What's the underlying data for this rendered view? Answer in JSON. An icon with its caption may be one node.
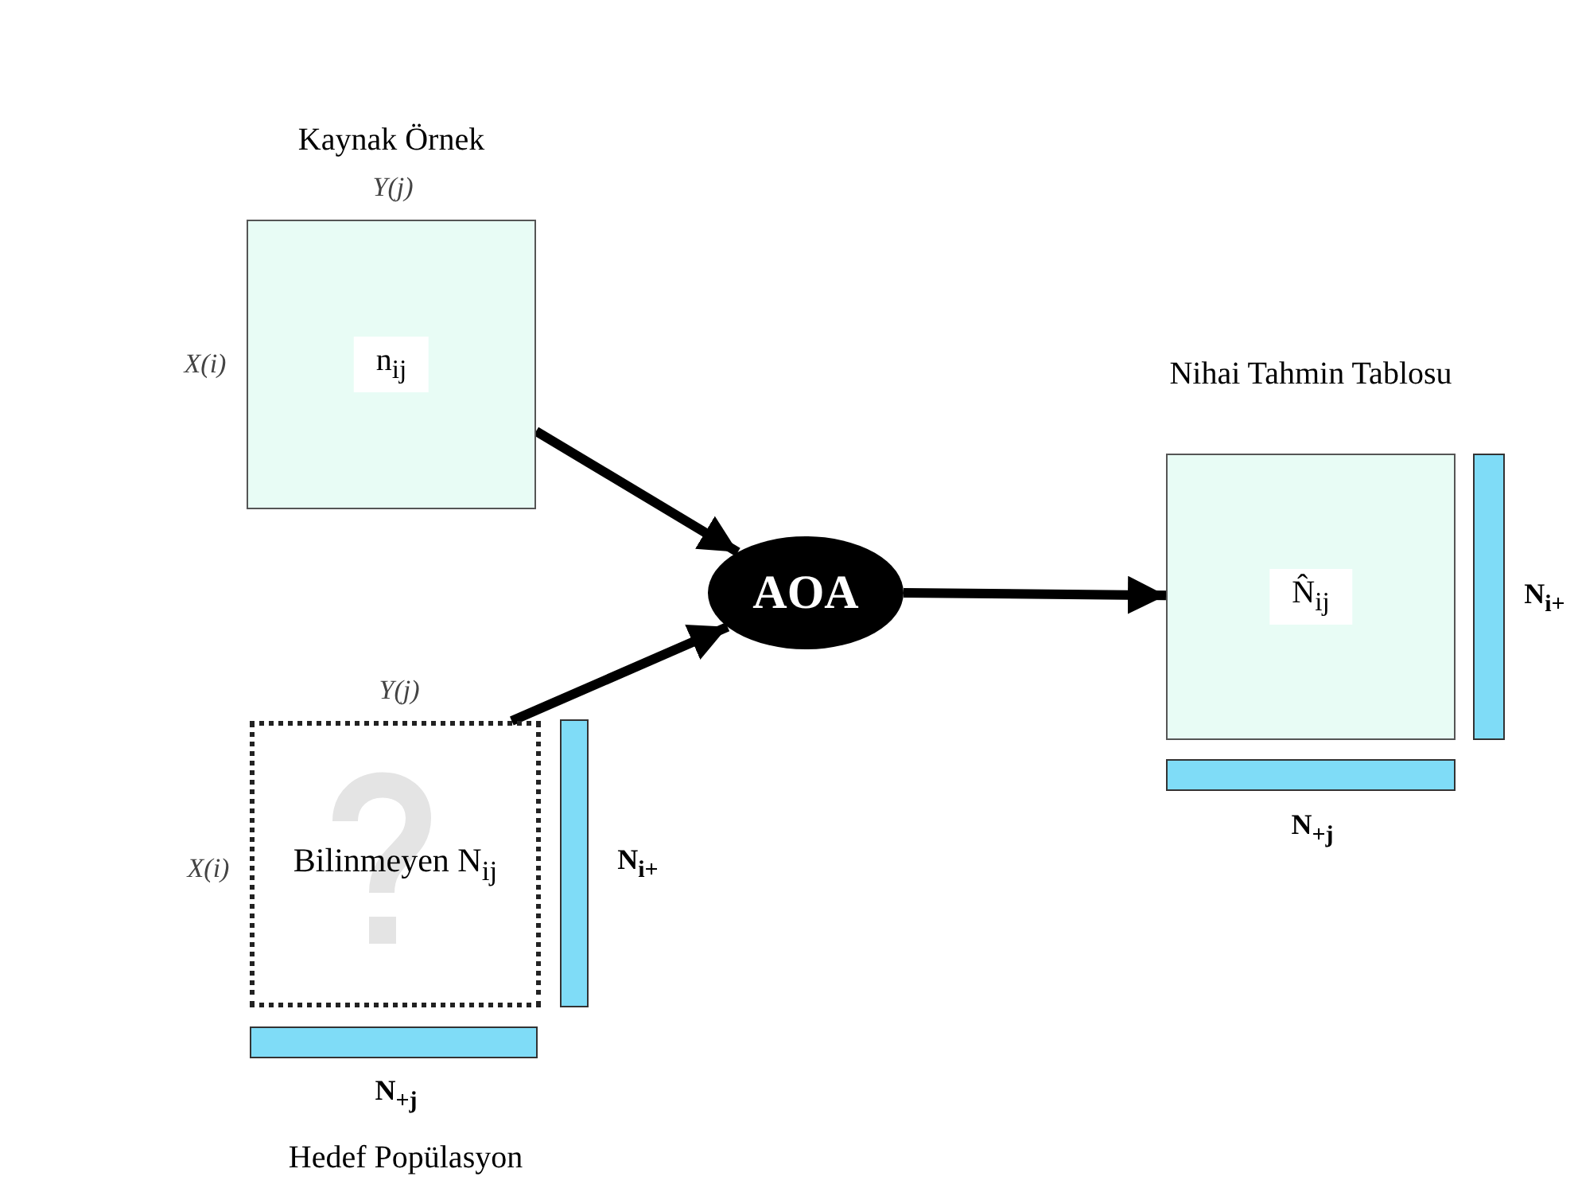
{
  "diagram": {
    "nodes": [
      {
        "text": [
          "Kaynak Örnek",
          "n$_{ij}$"
        ],
        "beside": [
          "Y(j)",
          "X(i)"
        ]
      },
      {
        "text": [
          "Bilinmeyen N$_{ij}$"
        ],
        "beside": [
          "Y(j)",
          "X(i)"
        ]
      },
      {
        "text": [],
        "shape": "bar",
        "beside": [
          "**N$_{i+}$**"
        ]
      },
      {
        "text": [],
        "shape": "bar",
        "beside": [
          "**N$_{+j}$**"
        ]
      },
      {
        "text": [
          "AOA"
        ]
      },
      {
        "text": [
          "Nihai Tahmin Tablosu",
          "N̂$_{ij}$"
        ]
      },
      {
        "text": [],
        "shape": "bar",
        "beside": [
          "**N$_{i+}$**"
        ]
      },
      {
        "text": [],
        "shape": "bar",
        "beside": [
          "**N$_{+j}$**"
        ]
      }
    ],
    "edges": [
      {
        "from": 0,
        "to": 4,
        "arrow": "to"
      },
      {
        "from": 1,
        "to": 4,
        "arrow": "to"
      },
      {
        "from": 4,
        "to": 5,
        "arrow": "to"
      }
    ],
    "labels": [
      "Hedef Popülasyon"
    ]
  }
}
